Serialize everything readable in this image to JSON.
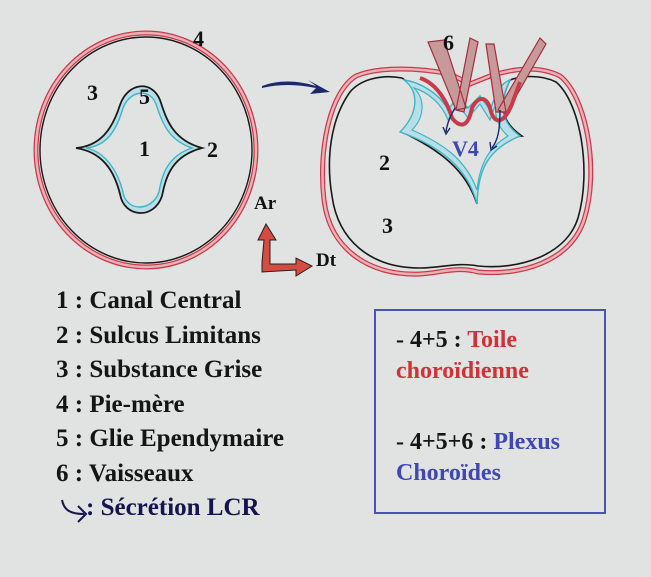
{
  "diagram": {
    "left_labels": {
      "n1": "1",
      "n2": "2",
      "n3": "3",
      "n4": "4",
      "n5": "5"
    },
    "right_labels": {
      "n2": "2",
      "n3": "3",
      "n6": "6",
      "v4": "V4"
    },
    "axes": {
      "up": "Ar",
      "right": "Dt"
    }
  },
  "legend": {
    "items": [
      {
        "num": "1",
        "text": "1 : Canal Central"
      },
      {
        "num": "2",
        "text": "2 : Sulcus Limitans"
      },
      {
        "num": "3",
        "text": "3 : Substance Grise"
      },
      {
        "num": "4",
        "text": "4 : Pie-mère"
      },
      {
        "num": "5",
        "text": "5 : Glie Ependymaire"
      },
      {
        "num": "6",
        "text": "6 : Vaisseaux"
      }
    ],
    "secretion": ": Sécrétion LCR"
  },
  "box": {
    "line1_prefix": "- 4+5 : ",
    "line1_term": "Toile",
    "line1_term2": "choroïdienne",
    "line2_prefix": "- 4+5+6 : ",
    "line2_term": "Plexus",
    "line2_term2": "Choroïdes"
  },
  "colors": {
    "pia": "#c83a4a",
    "glia": "#3fb4c4",
    "ink": "#151515",
    "secretion": "#16144f",
    "box_border": "#4a52b8",
    "red_text": "#d0323a",
    "blue_text": "#4048b0"
  }
}
